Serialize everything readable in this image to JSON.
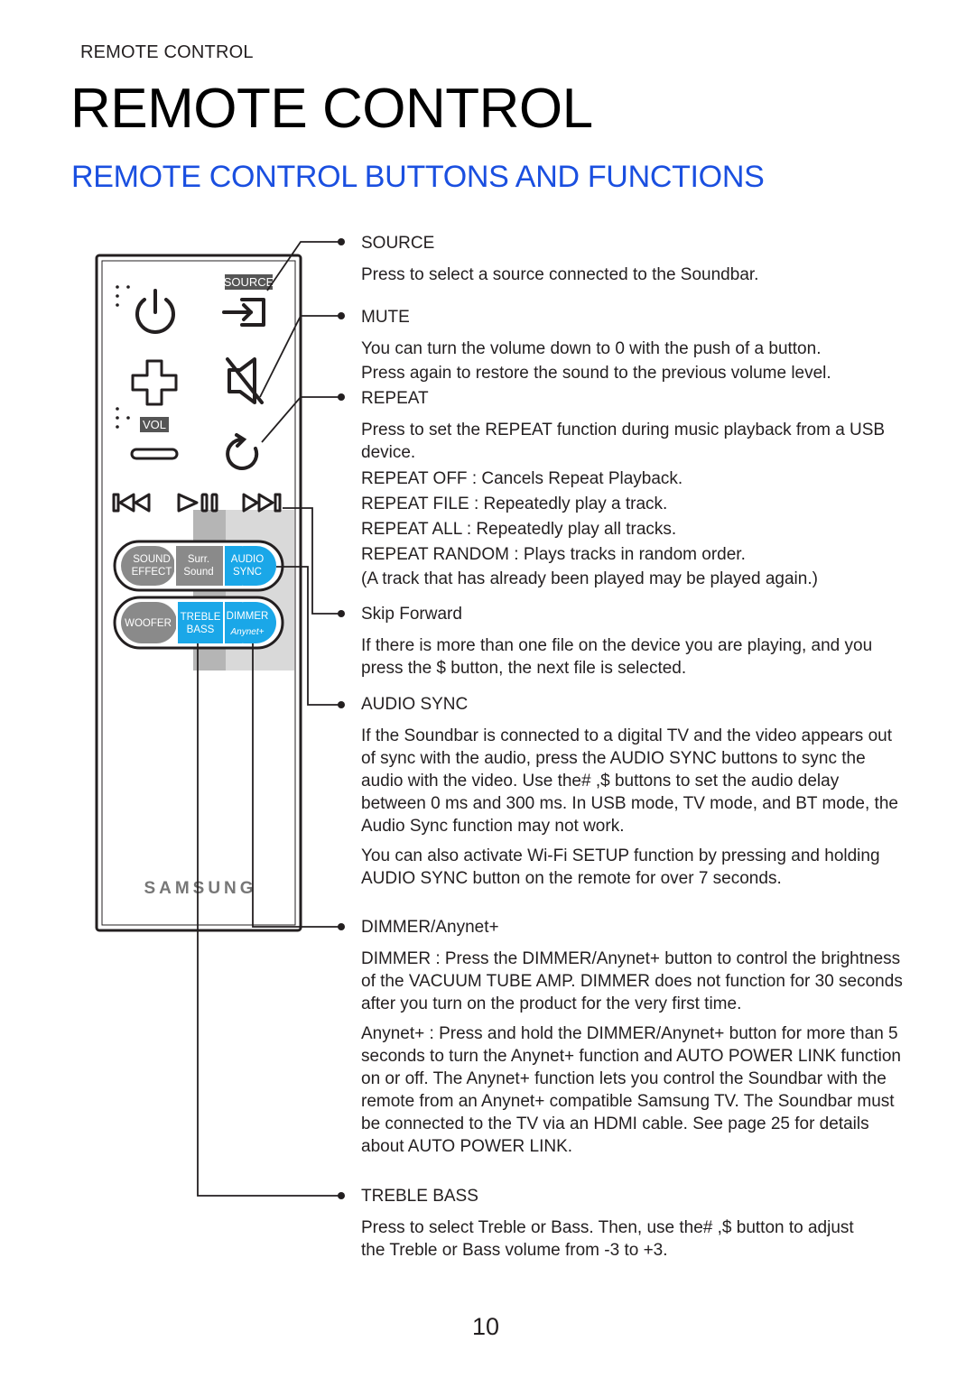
{
  "header": {
    "running_head": "REMOTE CONTROL",
    "title": "REMOTE CONTROL",
    "section_title": "REMOTE CONTROL BUTTONS AND FUNCTIONS"
  },
  "remote": {
    "source_label": "SOURCE",
    "vol_label": "VOL",
    "sound_effect_line1": "SOUND",
    "sound_effect_line2": "EFFECT",
    "surr_line1": "Surr.",
    "surr_line2": "Sound",
    "audio_sync_line1": "AUDIO",
    "audio_sync_line2": "SYNC",
    "woofer_label": "WOOFER",
    "treble_label": "TREBLE",
    "bass_label": "BASS",
    "dimmer_label": "DIMMER",
    "anynet_logo": "Anynet+",
    "brand": "SAMSUNG",
    "colors": {
      "accent_blue": "#1aa7e8",
      "button_grey": "#8a8a8a",
      "title_blue": "#1a4fe0"
    },
    "icons": [
      "power-icon",
      "source-input-icon",
      "plus-icon",
      "mute-icon",
      "minus-icon",
      "repeat-icon",
      "skip-back-icon",
      "play-pause-icon",
      "skip-forward-icon"
    ]
  },
  "entries": {
    "source": {
      "title": "SOURCE",
      "lines": [
        "Press to select a source connected to the Soundbar."
      ]
    },
    "mute": {
      "title": "MUTE",
      "lines": [
        "You can turn the volume down to 0 with the push of a button.",
        "Press again to restore the sound to the previous volume level."
      ]
    },
    "repeat": {
      "title": "REPEAT",
      "lines": [
        "Press to set the REPEAT function during music playback from a USB device.",
        "REPEAT OFF : Cancels Repeat Playback.",
        "REPEAT FILE : Repeatedly play a track.",
        "REPEAT ALL : Repeatedly play all tracks.",
        "REPEAT RANDOM : Plays tracks in random order.",
        "(A track that has already been played may be played again.)"
      ]
    },
    "skip_forward": {
      "title": "Skip Forward",
      "lines": [
        "If there is more than one file on the device you are playing, and you press the $    button, the next file is selected."
      ]
    },
    "audio_sync": {
      "title": "AUDIO SYNC",
      "lines": [
        "If the Soundbar is connected to a digital TV and the video appears out of sync with the audio, press the AUDIO SYNC buttons to sync the audio with the video. Use the#    ,$    buttons to set the audio delay between 0 ms and 300 ms. In USB mode, TV mode, and BT mode, the Audio Sync function may not work.",
        "You can also activate Wi-Fi SETUP function by pressing and holding AUDIO SYNC button on the remote for over 7 seconds."
      ]
    },
    "dimmer": {
      "title": "DIMMER/Anynet+",
      "lines": [
        "DIMMER : Press the DIMMER/Anynet+ button to control the brightness of the VACUUM TUBE AMP. DIMMER does not function for 30 seconds after you turn on the product for the very first time.",
        "Anynet+ : Press and hold the DIMMER/Anynet+ button for more than 5 seconds to turn the Anynet+ function and AUTO POWER LINK function on or off. The Anynet+ function lets you control the Soundbar with the remote from an Anynet+ compatible Samsung TV. The Soundbar must be connected to the TV via an HDMI cable. See page 25 for details about AUTO POWER LINK."
      ]
    },
    "treble_bass": {
      "title": "TREBLE BASS",
      "lines": [
        "Press to select Treble or Bass. Then, use the#    ,$    button to adjust the Treble or Bass volume from -3 to +3."
      ]
    }
  },
  "footer": {
    "page_number": "10"
  }
}
